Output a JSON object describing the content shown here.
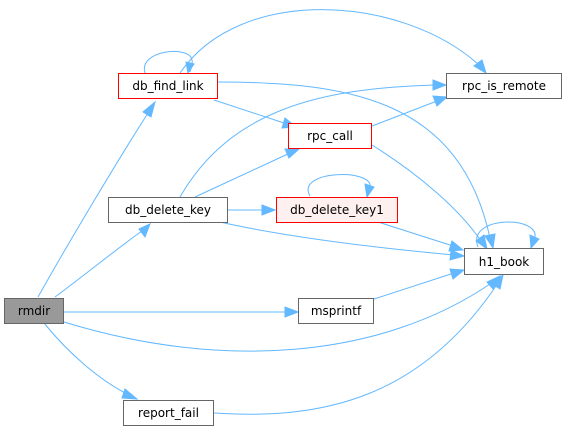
{
  "nodes": {
    "rmdir": "rmdir",
    "db_find_link": "db_find_link",
    "db_delete_key": "db_delete_key",
    "report_fail": "report_fail",
    "rpc_call": "rpc_call",
    "db_delete_key1": "db_delete_key1",
    "msprintf": "msprintf",
    "rpc_is_remote": "rpc_is_remote",
    "h1_book": "h1_book"
  },
  "colors": {
    "edge": "#63b8ff",
    "root_fill": "#999999",
    "node_border": "#666666",
    "highlight_border": "#ff0000",
    "highlight_fill": "#fff0f0"
  }
}
